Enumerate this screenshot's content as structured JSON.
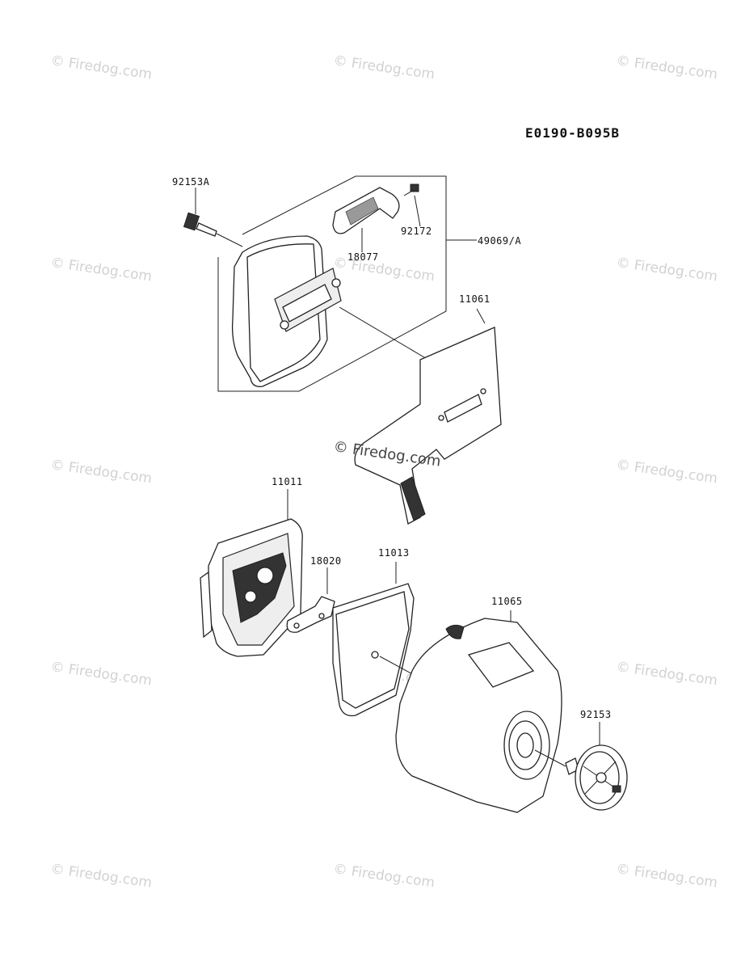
{
  "diagram": {
    "code": "E0190-B095B",
    "watermark": "© Firedog.com",
    "part_labels": {
      "bolt_upper": "92153A",
      "bolt_small": "92172",
      "heat_shield": "18077",
      "muffler_assy": "49069/A",
      "gasket": "11061",
      "air_cleaner_base": "11011",
      "bracket": "18020",
      "filter_element": "11013",
      "cover": "11065",
      "knob": "92153"
    }
  }
}
